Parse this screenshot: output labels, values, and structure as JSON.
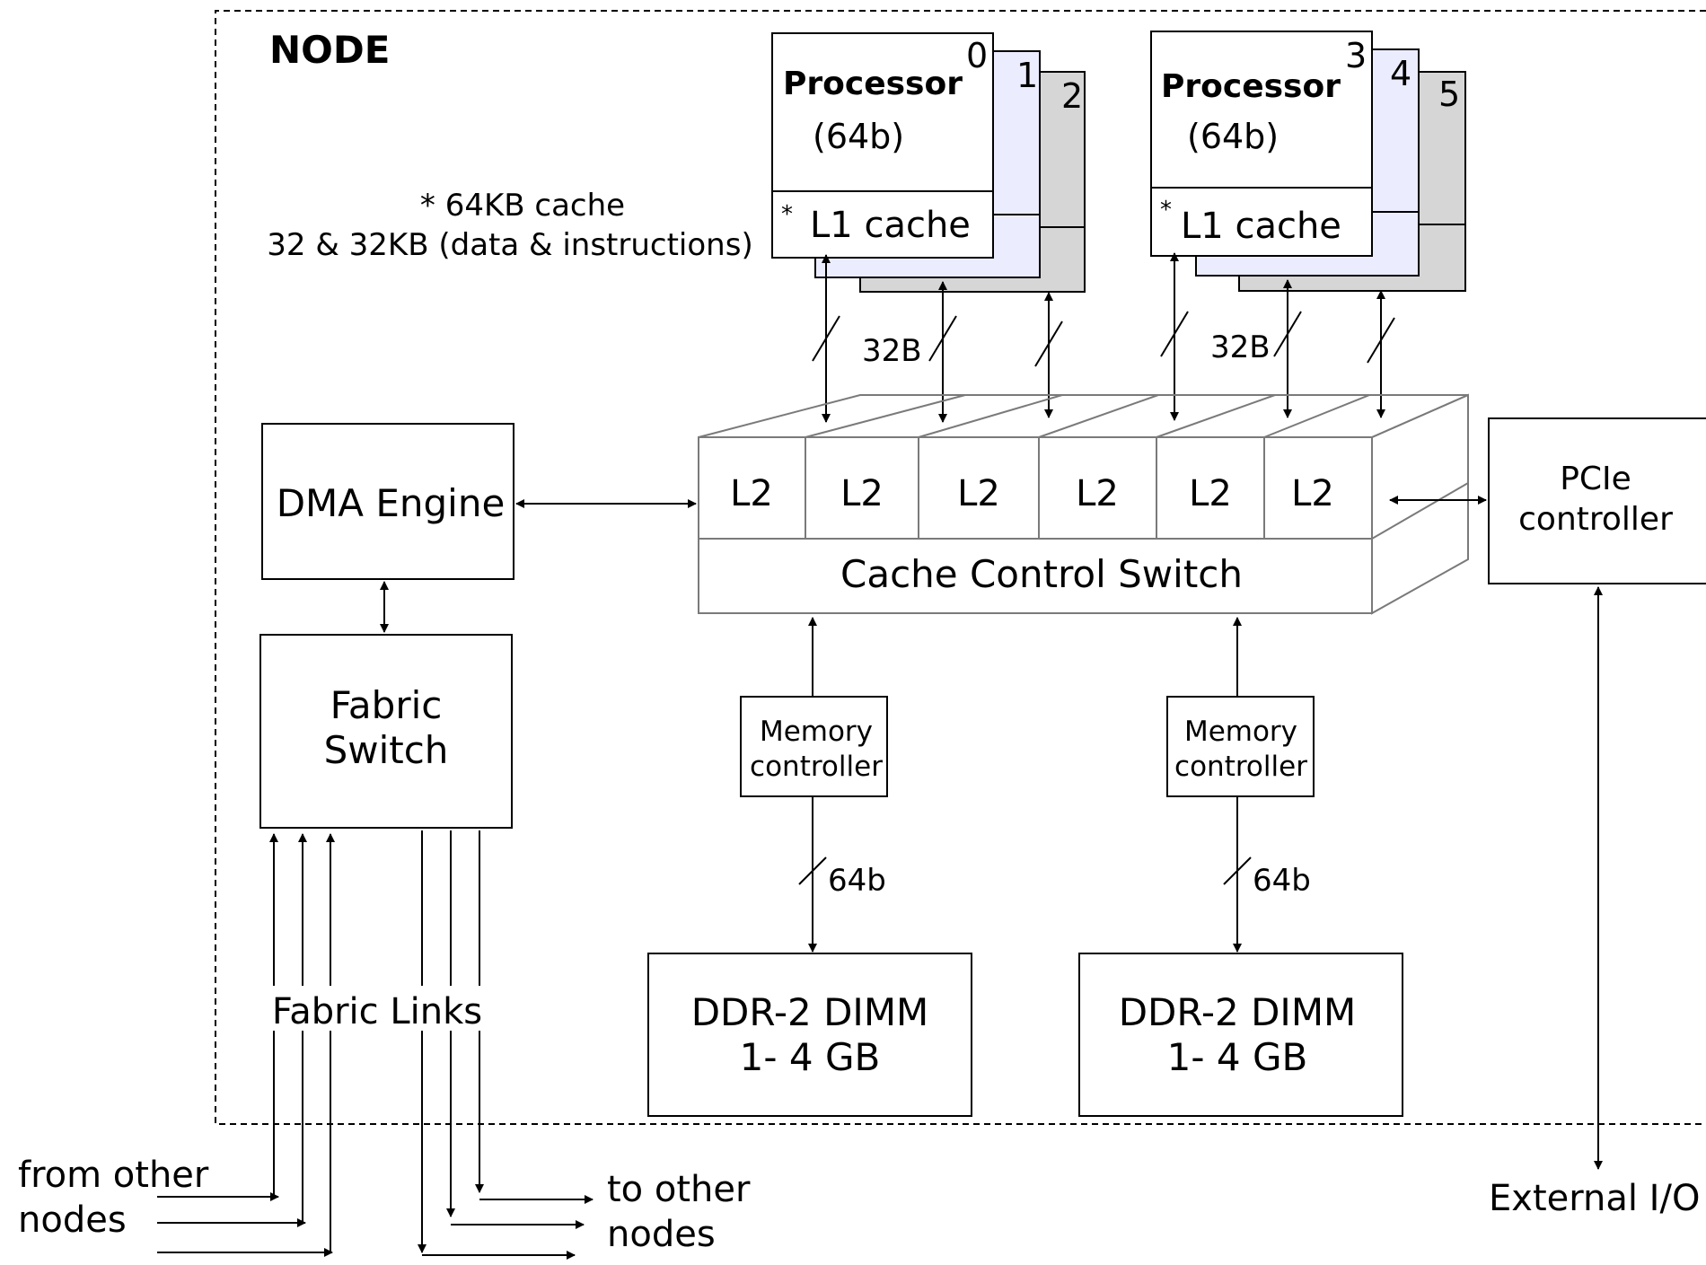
{
  "node": {
    "title": "NODE"
  },
  "processors": [
    {
      "number": "0",
      "label": "Processor",
      "width": "(64b)",
      "cache": "L1 cache",
      "mark": "*"
    },
    {
      "number": "1"
    },
    {
      "number": "2"
    },
    {
      "number": "3",
      "label": "Processor",
      "width": "(64b)",
      "cache": "L1 cache",
      "mark": "*"
    },
    {
      "number": "4"
    },
    {
      "number": "5"
    }
  ],
  "cache_note": {
    "line1": "* 64KB cache",
    "line2": "32 & 32KB (data & instructions)"
  },
  "bus_labels": {
    "left": "32B",
    "right": "32B"
  },
  "l2_caches": [
    "L2",
    "L2",
    "L2",
    "L2",
    "L2",
    "L2"
  ],
  "cache_control_switch": "Cache Control Switch",
  "dma_engine": "DMA Engine",
  "fabric_switch": {
    "line1": "Fabric",
    "line2": "Switch"
  },
  "fabric_links": "Fabric Links",
  "from_other_nodes": {
    "line1": "from other",
    "line2": "nodes"
  },
  "to_other_nodes": {
    "line1": "to other",
    "line2": "nodes"
  },
  "memory_controllers": [
    {
      "line1": "Memory",
      "line2": "controller",
      "bus": "64b"
    },
    {
      "line1": "Memory",
      "line2": "controller",
      "bus": "64b"
    }
  ],
  "dimms": [
    {
      "line1": "DDR-2 DIMM",
      "line2": "1- 4 GB"
    },
    {
      "line1": "DDR-2 DIMM",
      "line2": "1- 4 GB"
    }
  ],
  "pcie": {
    "line1": "PCIe",
    "line2": "controller"
  },
  "external_io": "External I/O"
}
